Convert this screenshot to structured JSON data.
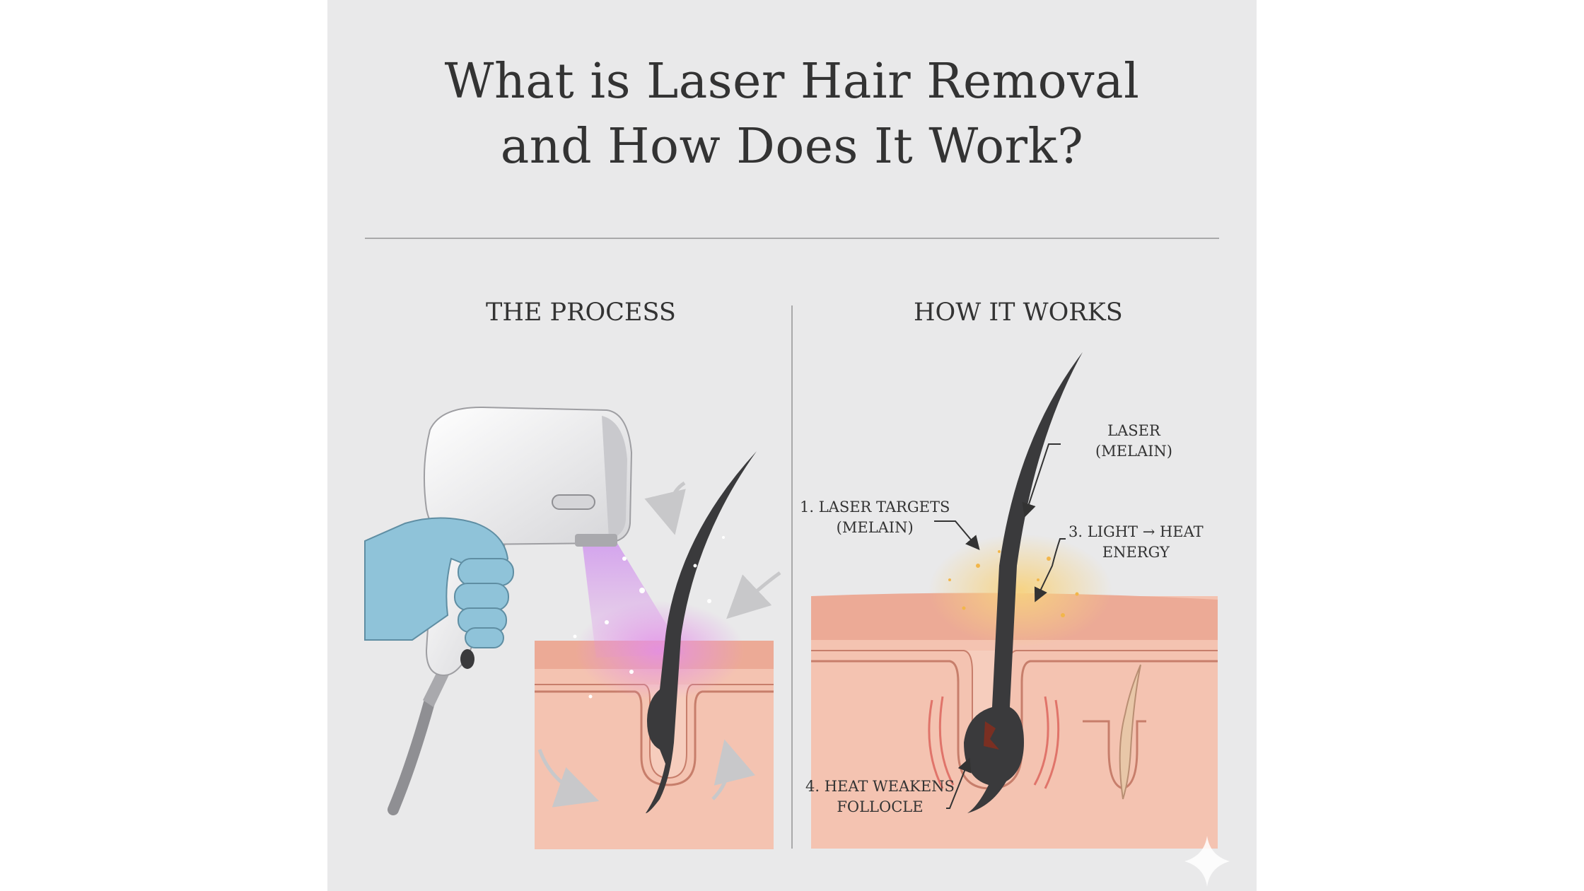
{
  "title": {
    "line1": "What is Laser Hair Removal",
    "line2": "and How Does It Work?"
  },
  "sections": {
    "process": "THE PROCESS",
    "how": "HOW IT WORKS"
  },
  "labels": {
    "laser": {
      "line1": "LASER",
      "line2": "(MELAIN)"
    },
    "targets": {
      "line1": "1. LASER TARGETS",
      "line2": "(MELAIN)"
    },
    "light_heat": {
      "line1": "3. LIGHT → HEAT",
      "line2": "ENERGY"
    },
    "heat_weakens": {
      "line1": "4. HEAT WEAKENS",
      "line2": "FOLLOCLE"
    }
  },
  "colors": {
    "background": "#e9e9ea",
    "skin": "#f2b7a3",
    "skin_light": "#f6cdbd",
    "glove": "#8fc3d9",
    "hair": "#3a3a3c",
    "laser": "#c67ef0",
    "glow": "#f3c97a"
  },
  "icons": [
    "laser-device-icon",
    "gloved-hand-icon",
    "hair-follicle-icon",
    "sparkle-icon"
  ]
}
